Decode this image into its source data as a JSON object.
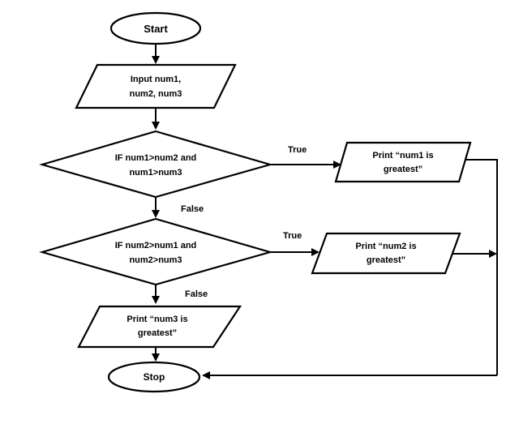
{
  "flowchart": {
    "start": {
      "label": "Start"
    },
    "input": {
      "line1": "Input num1,",
      "line2": "num2, num3"
    },
    "decision1": {
      "line1": "IF num1>num2 and",
      "line2": "num1>num3"
    },
    "decision2": {
      "line1": "IF num2>num1 and",
      "line2": "num2>num3"
    },
    "output1": {
      "line1": "Print “num1 is",
      "line2": "greatest”"
    },
    "output2": {
      "line1": "Print “num2 is",
      "line2": "greatest”"
    },
    "output3": {
      "line1": "Print “num3 is",
      "line2": "greatest”"
    },
    "stop": {
      "label": "Stop"
    },
    "edge_labels": {
      "true1": "True",
      "false1": "False",
      "true2": "True",
      "false2": "False"
    },
    "colors": {
      "stroke": "#000000",
      "fill": "#ffffff"
    }
  }
}
